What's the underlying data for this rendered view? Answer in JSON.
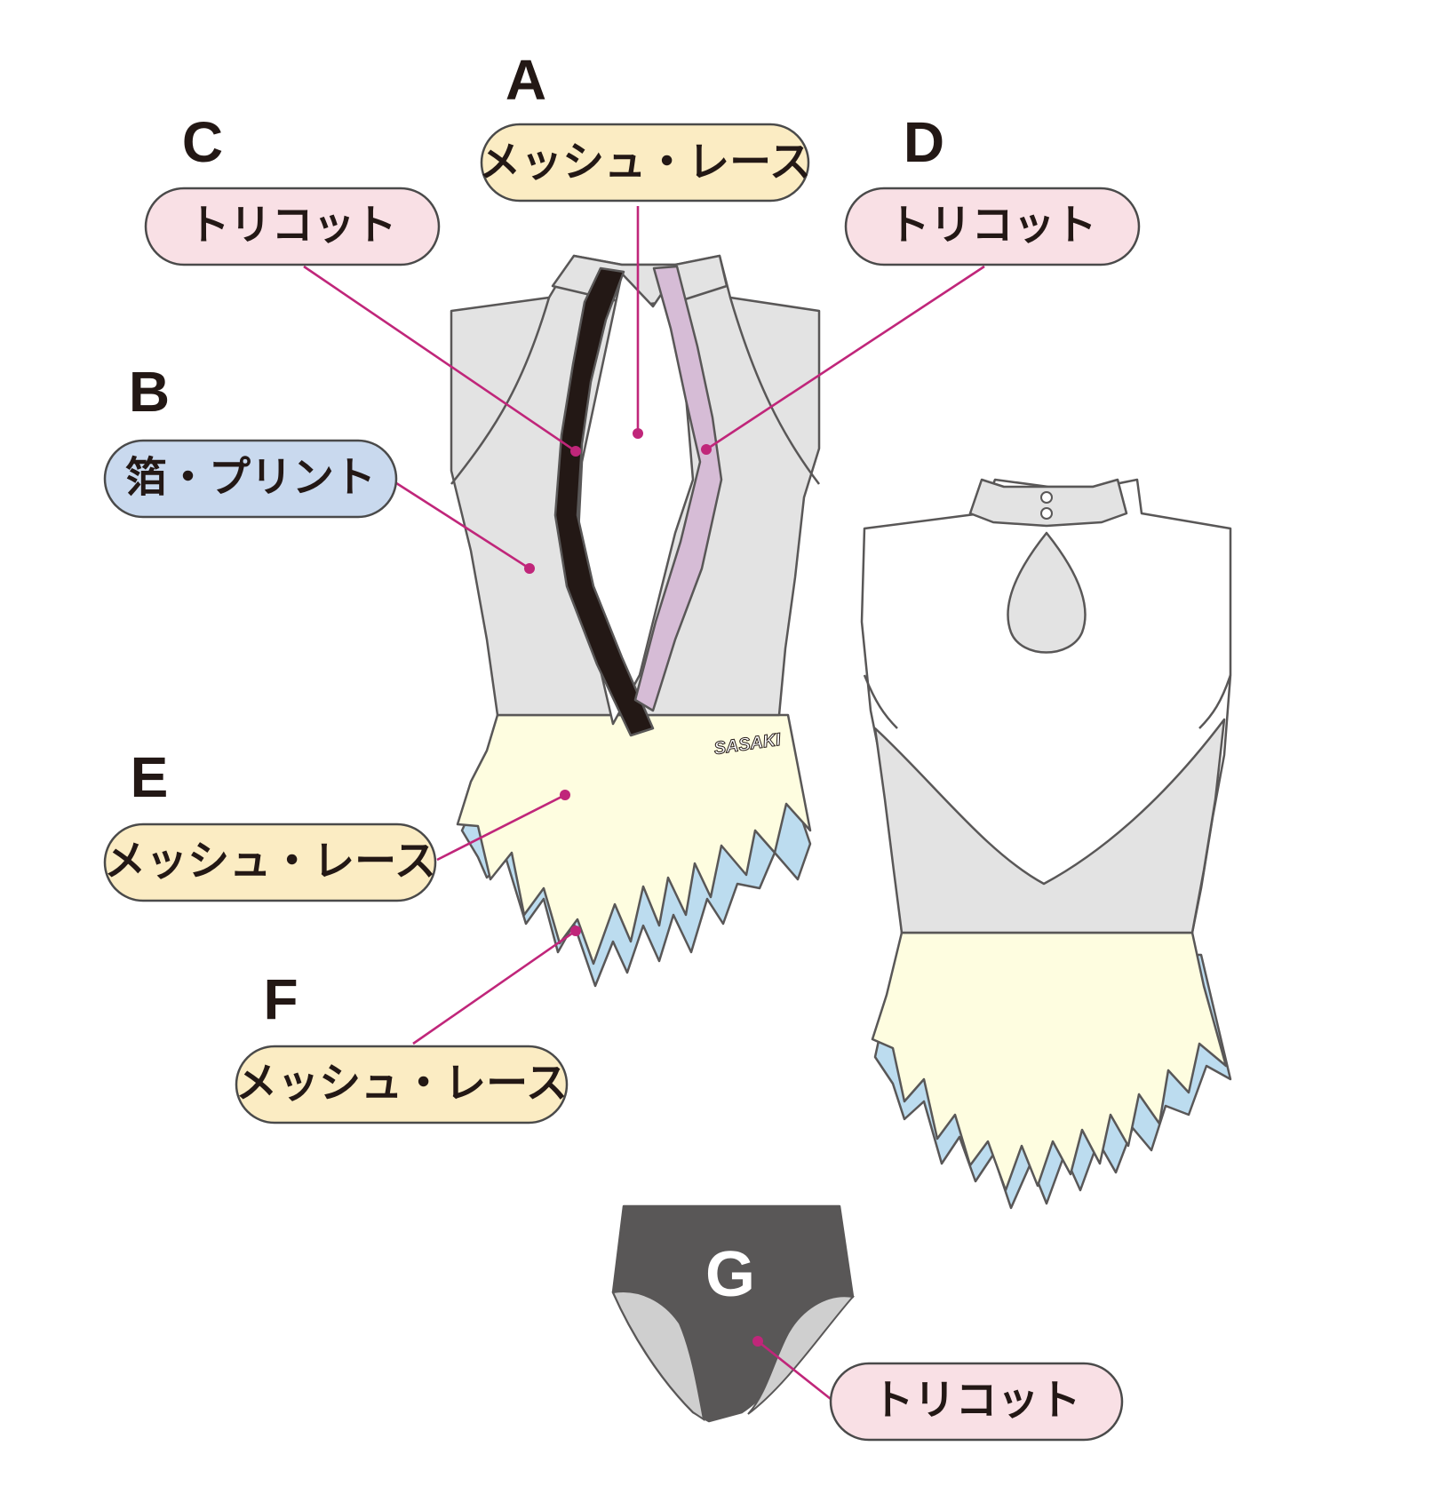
{
  "colors": {
    "bodice_gray": "#e3e3e3",
    "skirt_cream": "#fefde0",
    "skirt_blue": "#bcdcef",
    "band_black": "#231815",
    "band_lavender": "#d6bcd6",
    "brief_dark": "#595757",
    "leader_magenta": "#c0267a",
    "pill_pink": "#f9e0e5",
    "pill_yellow": "#fbecc3",
    "pill_blue": "#c9d9ee"
  },
  "brand_logo": "SASAKI",
  "labels": {
    "A": {
      "letter": "A",
      "material": "メッシュ・レース"
    },
    "B": {
      "letter": "B",
      "material": "箔・プリント"
    },
    "C": {
      "letter": "C",
      "material": "トリコット"
    },
    "D": {
      "letter": "D",
      "material": "トリコット"
    },
    "E": {
      "letter": "E",
      "material": "メッシュ・レース"
    },
    "F": {
      "letter": "F",
      "material": "メッシュ・レース"
    },
    "G": {
      "letter": "G",
      "material": "トリコット"
    }
  }
}
